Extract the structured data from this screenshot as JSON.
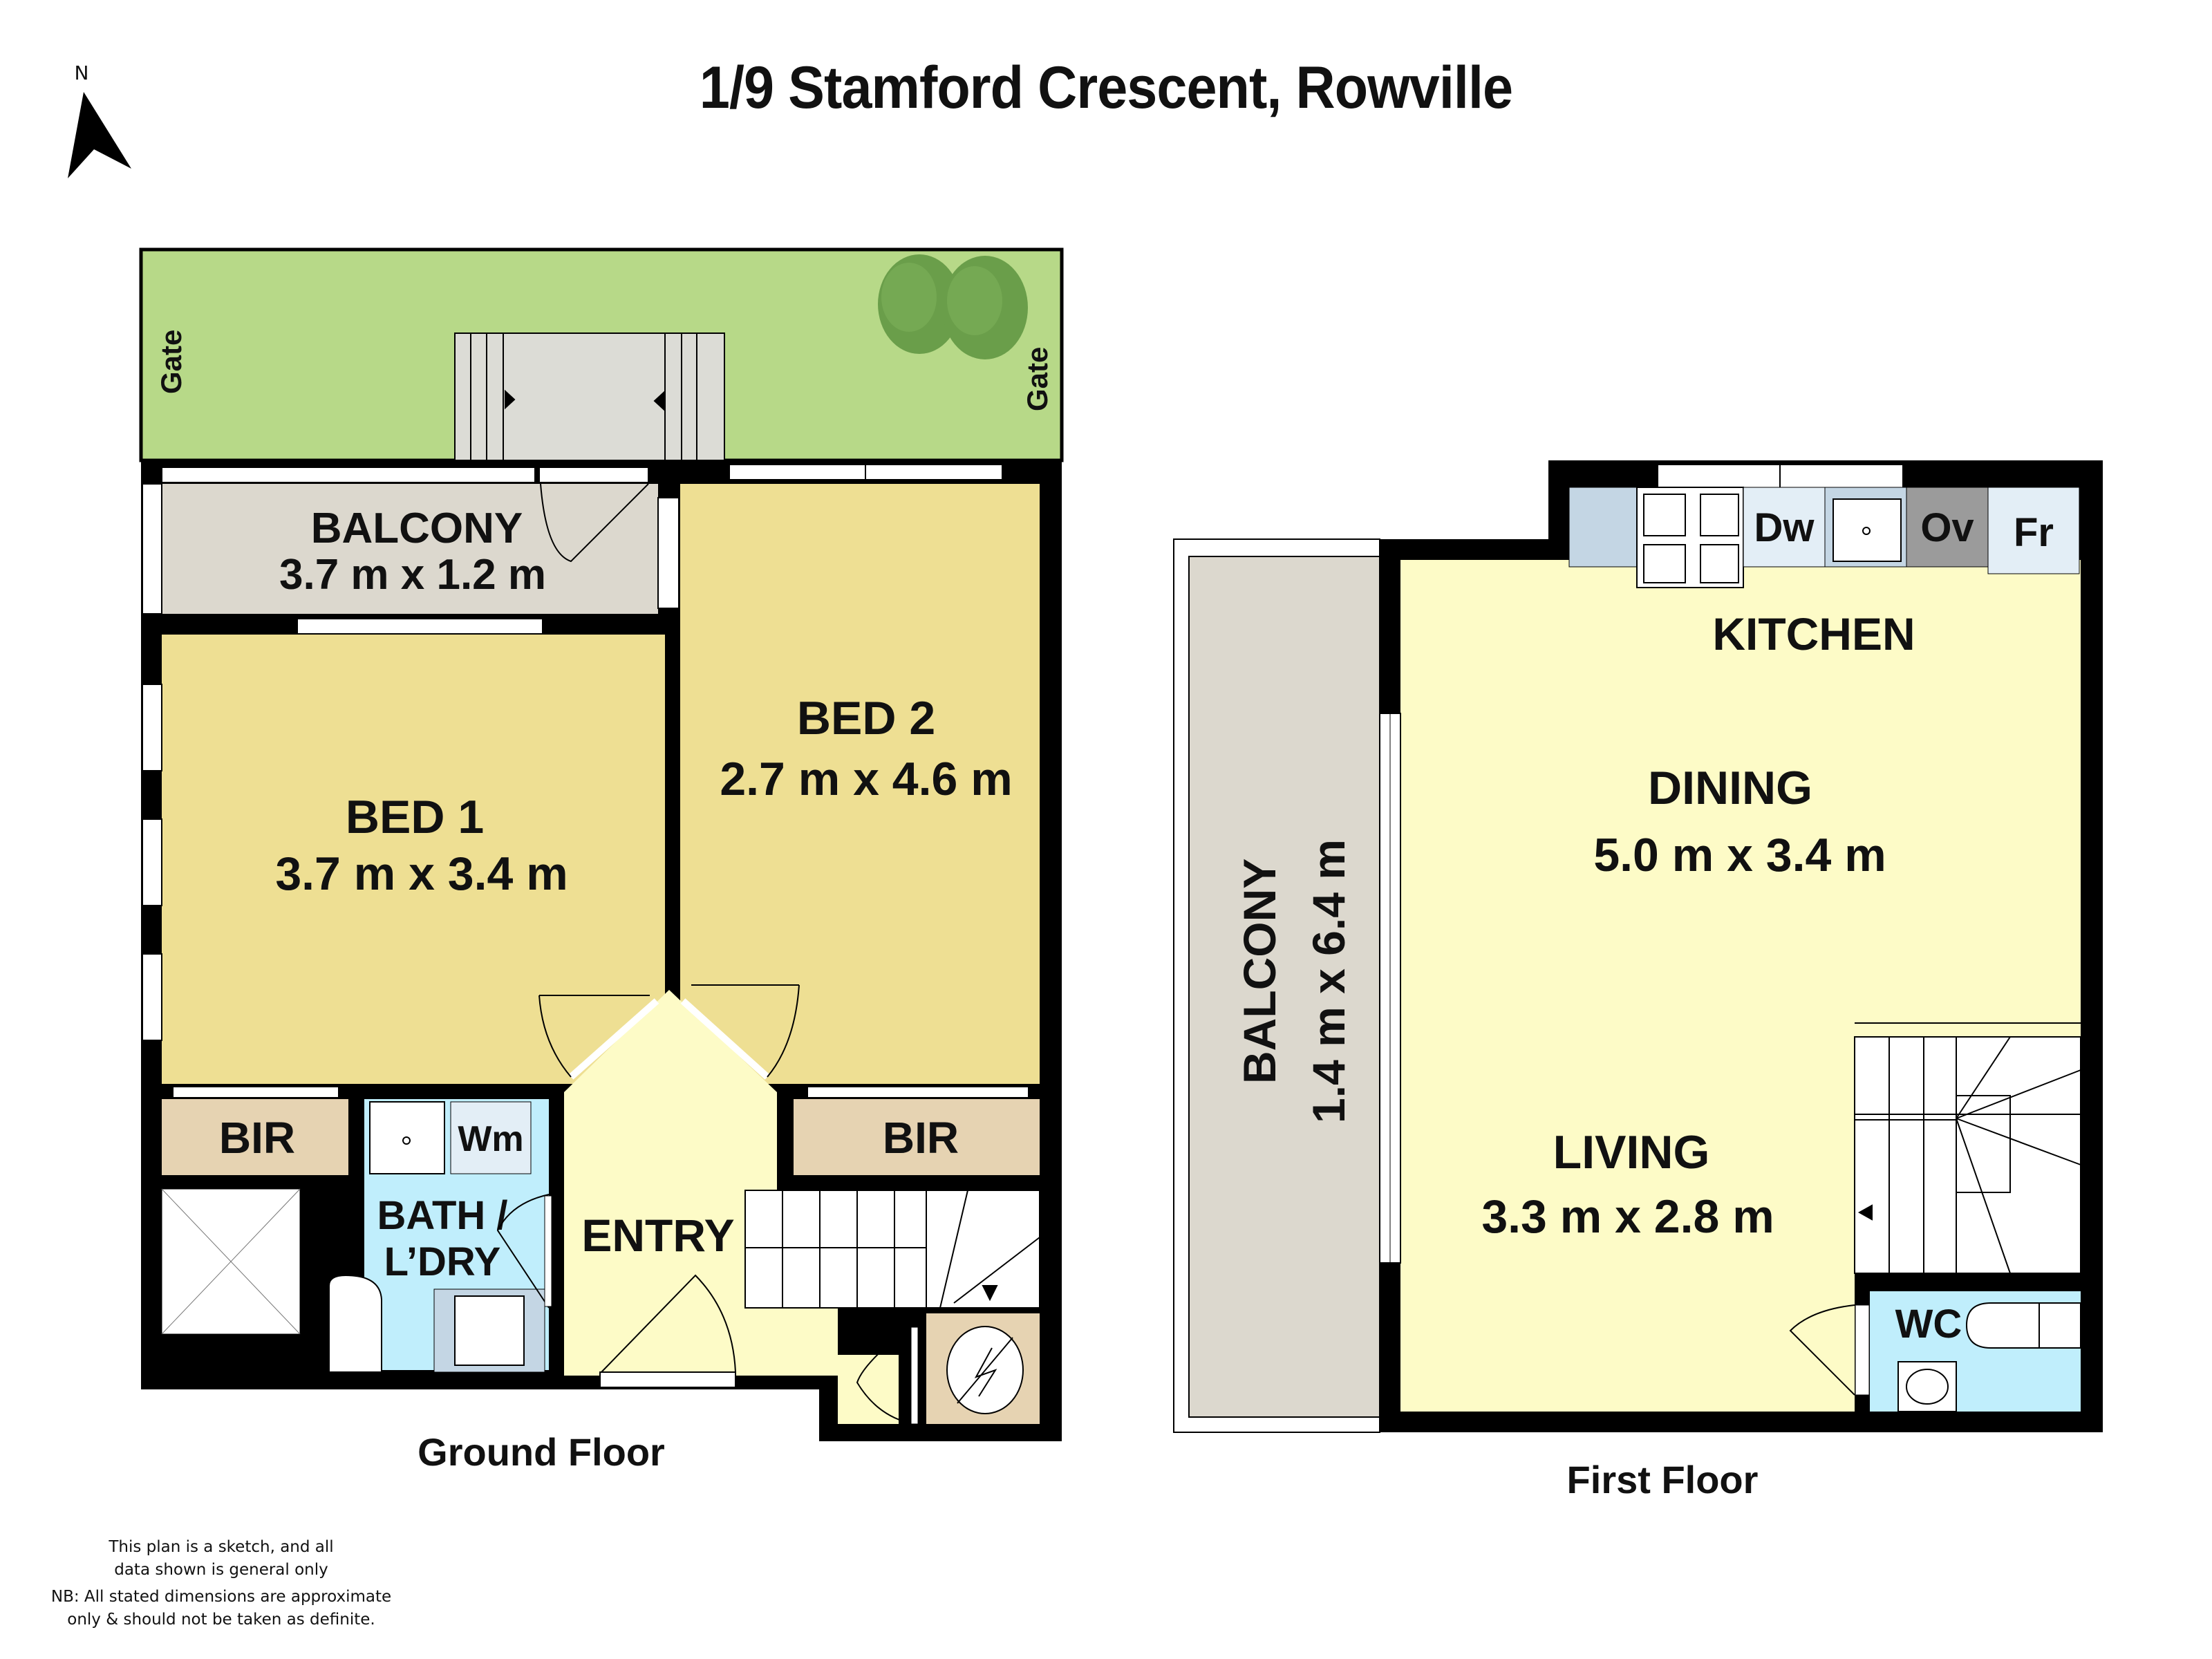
{
  "title": "1/9 Stamford Crescent, Rowville",
  "compass": {
    "label": "N"
  },
  "colors": {
    "garden": "#b7d988",
    "tree": "#6a9e4a",
    "bedroom": "#eedf93",
    "living": "#fdfbc7",
    "balcony": "#dcd8ce",
    "wet": "#c0eefc",
    "robe": "#e6d3b2",
    "wall": "#000000",
    "bench": "#c4d6e4",
    "oven": "#9b9b9b",
    "appliance": "#e3eef6"
  },
  "ground_floor": {
    "label": "Ground Floor",
    "garden": {
      "gate_left": "Gate",
      "gate_right": "Gate"
    },
    "rooms": {
      "balcony": {
        "name": "BALCONY",
        "dims": "3.7 m x 1.2 m"
      },
      "bed1": {
        "name": "BED 1",
        "dims": "3.7 m x 3.4 m"
      },
      "bed2": {
        "name": "BED 2",
        "dims": "2.7 m x 4.6 m"
      },
      "bir1": {
        "name": "BIR"
      },
      "bir2": {
        "name": "BIR"
      },
      "bath": {
        "name_line1": "BATH /",
        "name_line2": "L’DRY"
      },
      "wm": {
        "name": "Wm"
      },
      "entry": {
        "name": "ENTRY"
      }
    }
  },
  "first_floor": {
    "label": "First Floor",
    "rooms": {
      "balcony": {
        "name": "BALCONY",
        "dims": "1.4 m x 6.4 m"
      },
      "kitchen": {
        "name": "KITCHEN"
      },
      "dining": {
        "name": "DINING",
        "dims": "5.0 m x 3.4 m"
      },
      "living": {
        "name": "LIVING",
        "dims": "3.3 m x 2.8 m"
      },
      "wc": {
        "name": "WC"
      }
    },
    "appliances": {
      "dw": "Dw",
      "ov": "Ov",
      "fr": "Fr"
    }
  },
  "disclaimer": {
    "line1": "This plan is a sketch, and all",
    "line2": "data shown is general only",
    "line3": "NB: All stated dimensions are approximate",
    "line4": "only & should not be taken as definite."
  }
}
